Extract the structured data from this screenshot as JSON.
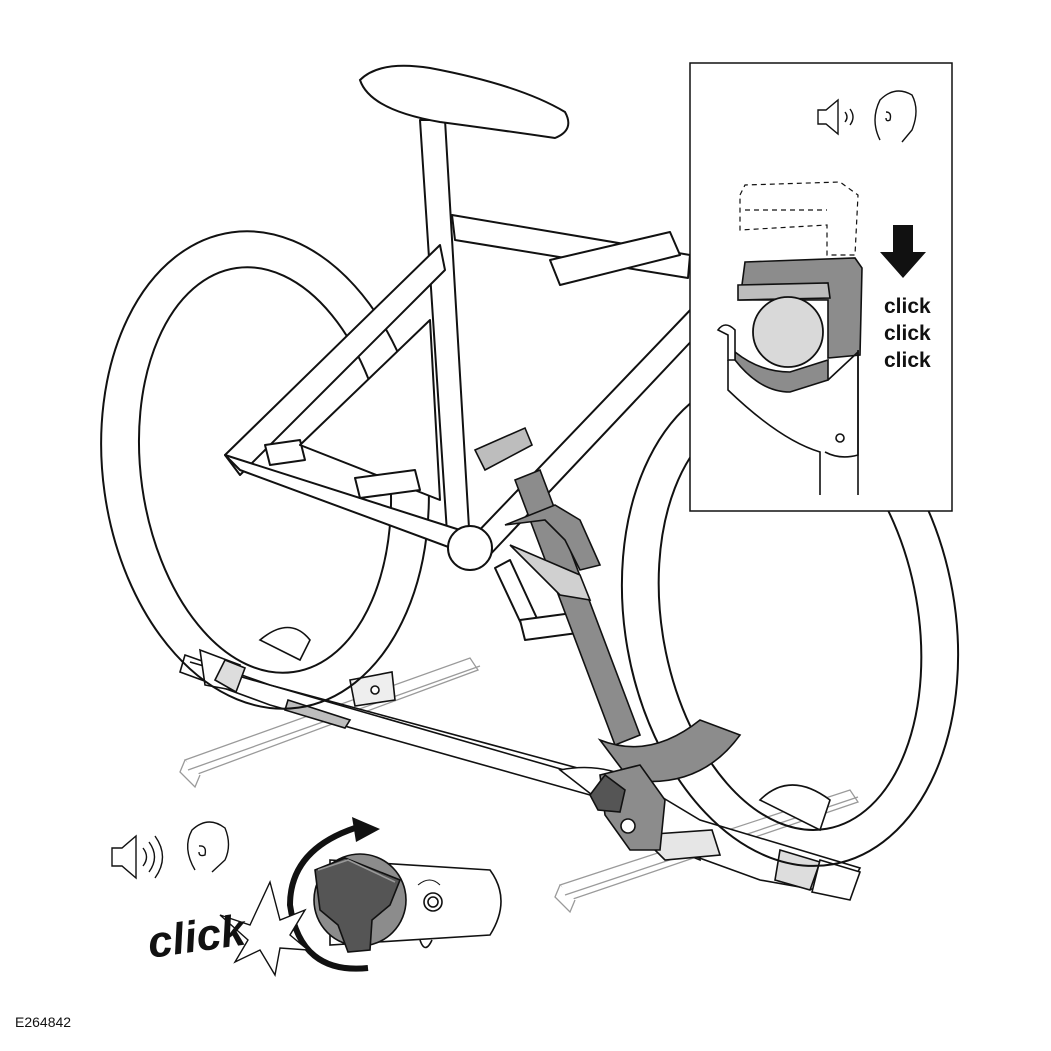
{
  "inset": {
    "click_labels": [
      "click",
      "click",
      "click"
    ],
    "sound_icon": "speaker-sound-icon",
    "listener_icon": "head-ear-icon",
    "arrow_icon": "down-arrow-icon"
  },
  "knob_detail": {
    "click_label": "click",
    "sound_icon": "speaker-sound-icon",
    "listener_icon": "head-ear-icon",
    "rotate_icon": "rotate-arrow-icon"
  },
  "figure_id": "E264842",
  "colors": {
    "line": "#111111",
    "gray_part": "#8c8c8c",
    "light_part": "#d9d9d9",
    "dark_part": "#555555"
  }
}
